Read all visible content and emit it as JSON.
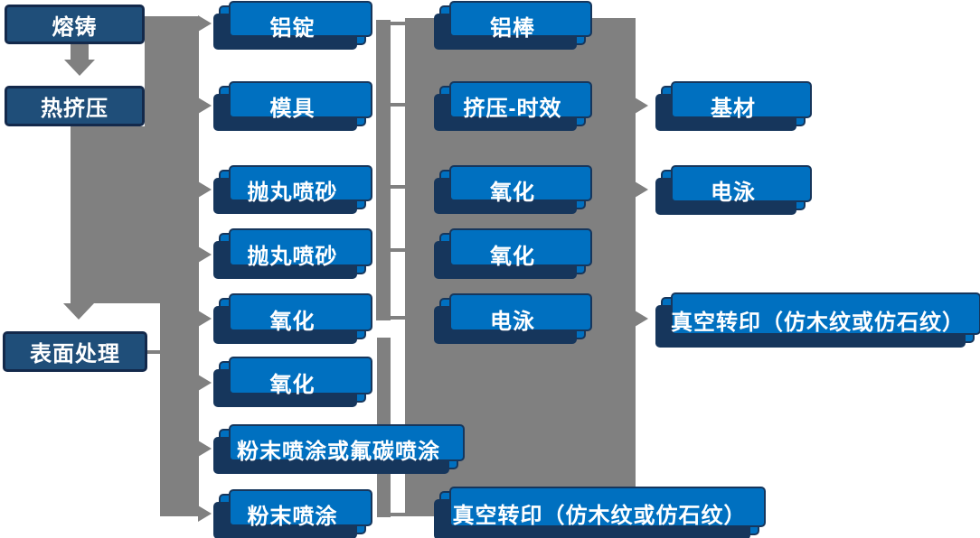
{
  "colors": {
    "bg": "#FFFFFF",
    "node_fill": "#0070C0",
    "stage_fill": "#1F4E79",
    "node_border": "#16365C",
    "stage_border": "#13294B",
    "connector": "#808080",
    "text": "#FFFFFF"
  },
  "stages": {
    "melting": "熔铸",
    "hot_extrusion": "热挤压",
    "surface_treatment": "表面处理"
  },
  "col2": {
    "aluminum_ingot": "铝锭",
    "mold": "模具",
    "shot_blasting_1": "抛丸喷砂",
    "shot_blasting_2": "抛丸喷砂",
    "oxidation_1": "氧化",
    "oxidation_2": "氧化",
    "powder_or_fluorocarbon_coating": "粉末喷涂或氟碳喷涂",
    "powder_coating": "粉末喷涂"
  },
  "col3": {
    "aluminum_rod": "铝棒",
    "extrusion_aging": "挤压-时效",
    "oxidation_1": "氧化",
    "oxidation_2": "氧化",
    "electrophoresis": "电泳",
    "vacuum_transfer": "真空转印（仿木纹或仿石纹）"
  },
  "col4": {
    "base_material": "基材",
    "electrophoresis": "电泳",
    "vacuum_transfer": "真空转印（仿木纹或仿石纹）"
  }
}
